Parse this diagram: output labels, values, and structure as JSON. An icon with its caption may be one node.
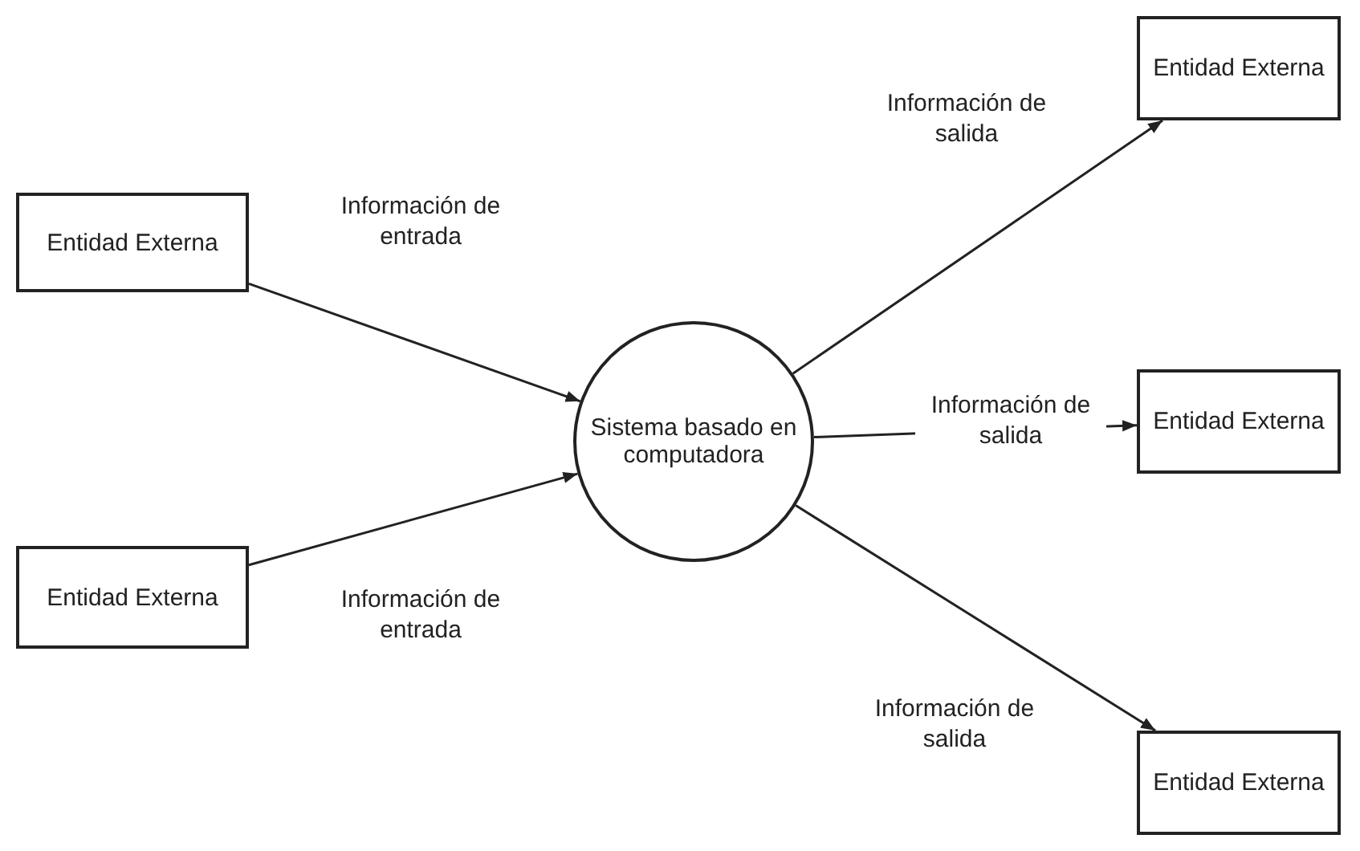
{
  "diagram": {
    "nodes": [
      {
        "text": [
          "Entidad Externa"
        ]
      },
      {
        "text": [
          "Entidad Externa"
        ]
      },
      {
        "text": [
          "Sistema basado en computadora"
        ]
      },
      {
        "text": [
          "Entidad Externa"
        ]
      },
      {
        "text": [
          "Entidad Externa"
        ]
      },
      {
        "text": [
          "Entidad Externa"
        ]
      }
    ],
    "edges": [
      {
        "from": 0,
        "to": 2,
        "arrow": "to",
        "label": "Información de entrada"
      },
      {
        "from": 1,
        "to": 2,
        "arrow": "to",
        "label": "Información de entrada"
      },
      {
        "from": 2,
        "to": 3,
        "arrow": "to",
        "label": "Información de salida"
      },
      {
        "from": 2,
        "to": 4,
        "arrow": "to",
        "label": "Información de salida"
      },
      {
        "from": 2,
        "to": 5,
        "arrow": "to",
        "label": "Información de salida"
      }
    ]
  }
}
